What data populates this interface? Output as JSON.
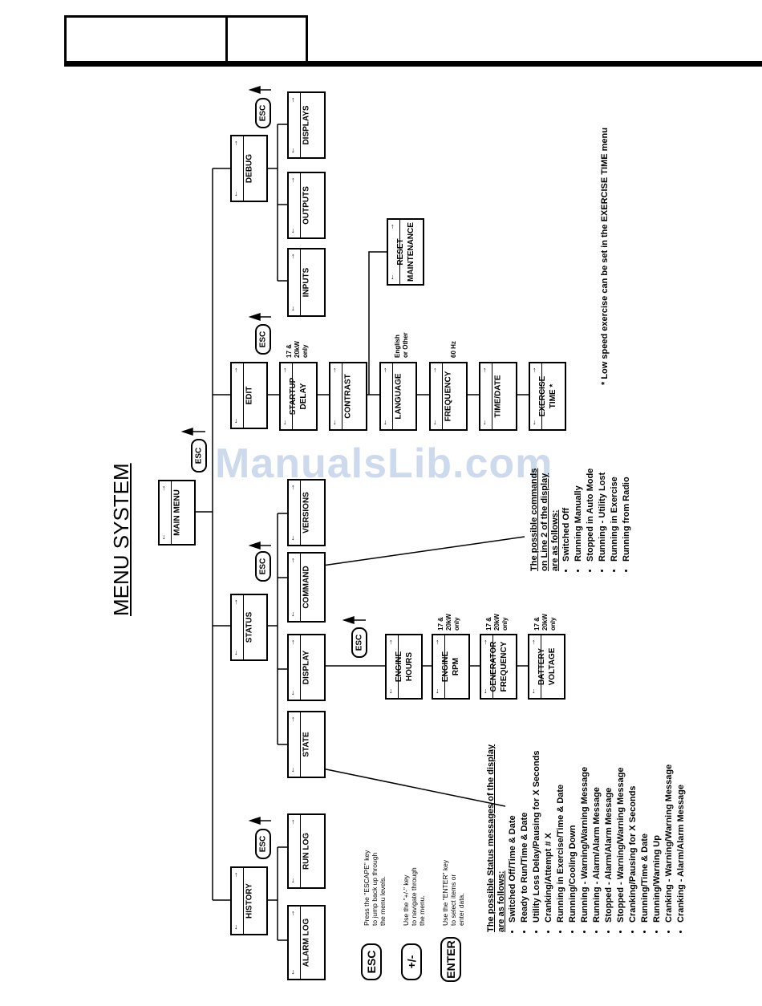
{
  "title": "MENU SYSTEM",
  "watermark": "ManualsLib.com",
  "esc": "ESC",
  "notes": {
    "only_17_20": "17 &\n20kW\nonly",
    "english_other": "English\nor Other",
    "hz60": "60 Hz"
  },
  "boxes": {
    "main_menu": "MAIN MENU",
    "history": "HISTORY",
    "status": "STATUS",
    "edit": "EDIT",
    "debug": "DEBUG",
    "alarm_log": "ALARM LOG",
    "run_log": "RUN LOG",
    "state": "STATE",
    "display": "DISPLAY",
    "command": "COMMAND",
    "versions": "VERSIONS",
    "engine_hours": "ENGINE\nHOURS",
    "engine_rpm": "ENGINE\nRPM",
    "generator_frequency": "GENERATOR\nFREQUENCY",
    "battery_voltage": "BATTERY\nVOLTAGE",
    "startup_delay": "STARTUP\nDELAY",
    "contrast": "CONTRAST",
    "language": "LANGUAGE",
    "frequency": "FREQUENCY",
    "time_date": "TIME/DATE",
    "exercise_time": "EXERCISE\nTIME *",
    "reset_maintenance": "RESET\nMAINTENANCE",
    "inputs": "INPUTS",
    "outputs": "OUTPUTS",
    "displays": "DISPLAYS"
  },
  "footnote": "* Low speed exercise can be set in the EXERCISE TIME menu",
  "keys": {
    "esc": {
      "label": "ESC",
      "help": "Press the \"ESCAPE\" key\nto jump back up through\nthe menu levels."
    },
    "plusminus": {
      "label": "+/-",
      "help": "Use the \"+/-\" key\nto navigate through\nthe menu."
    },
    "enter": {
      "label": "ENTER",
      "help": "Use the \"ENTER\" key\nto select items or\nenter data."
    }
  },
  "status_messages": {
    "title_line1": "The possible Status messages of the display",
    "title_line2": "are as follows:",
    "items": [
      "Switched Off/Time & Date",
      "Ready to Run/Time & Date",
      "Utility Loss Delay/Pausing for X Seconds",
      "Cranking/Attempt # X",
      "Running in Exercise/Time & Date",
      "Running/Cooling Down",
      "Running - Warning/Warning Message",
      "Running - Alarm/Alarm Message",
      "Stopped - Alarm/Alarm Message",
      "Stopped - Warning/Warning Message",
      "Cranking/Pausing for X Seconds",
      "Running/Time & Date",
      "Running/Warning Up",
      "Cranking - Warning/Warning Message",
      "Cranking - Alarm/Alarm Message"
    ]
  },
  "commands": {
    "title_line1": "The possible commands",
    "title_line2": "on Line 2 of the display",
    "title_line3": "are as follows:",
    "items": [
      "Switched Off",
      "Running Manually",
      "Stopped in Auto Mode",
      "Running - Utility Lost",
      "Running in Exercise",
      "Running from Radio"
    ]
  }
}
